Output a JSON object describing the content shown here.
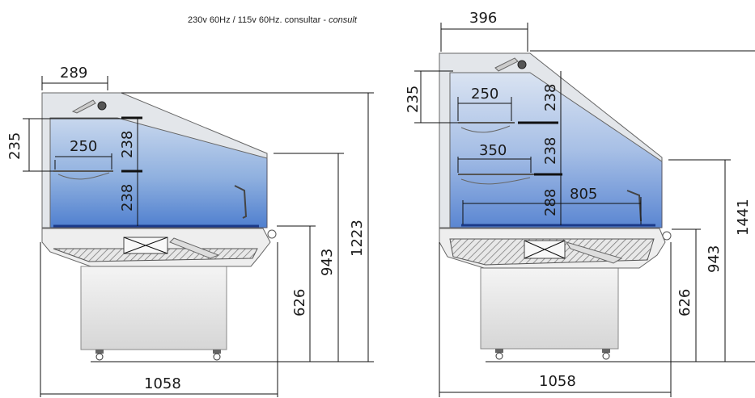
{
  "caption": {
    "main": "230v 60Hz / 115v 60Hz. consultar - ",
    "italic": "consult"
  },
  "left": {
    "top_width": "289",
    "shelf_pitch": "235",
    "shelf_depth": "250",
    "gap_upper": "238",
    "gap_lower": "238",
    "counter_height": "943",
    "total_height": "1223",
    "base_height": "626",
    "overall_width": "1058"
  },
  "right": {
    "top_width": "396",
    "shelf_pitch": "235",
    "shelf1_depth": "250",
    "shelf2_depth": "350",
    "gap1": "238",
    "gap2": "238",
    "gap3": "288",
    "deck_width": "805",
    "counter_height": "943",
    "total_height": "1441",
    "base_height": "626",
    "overall_width": "1058"
  }
}
